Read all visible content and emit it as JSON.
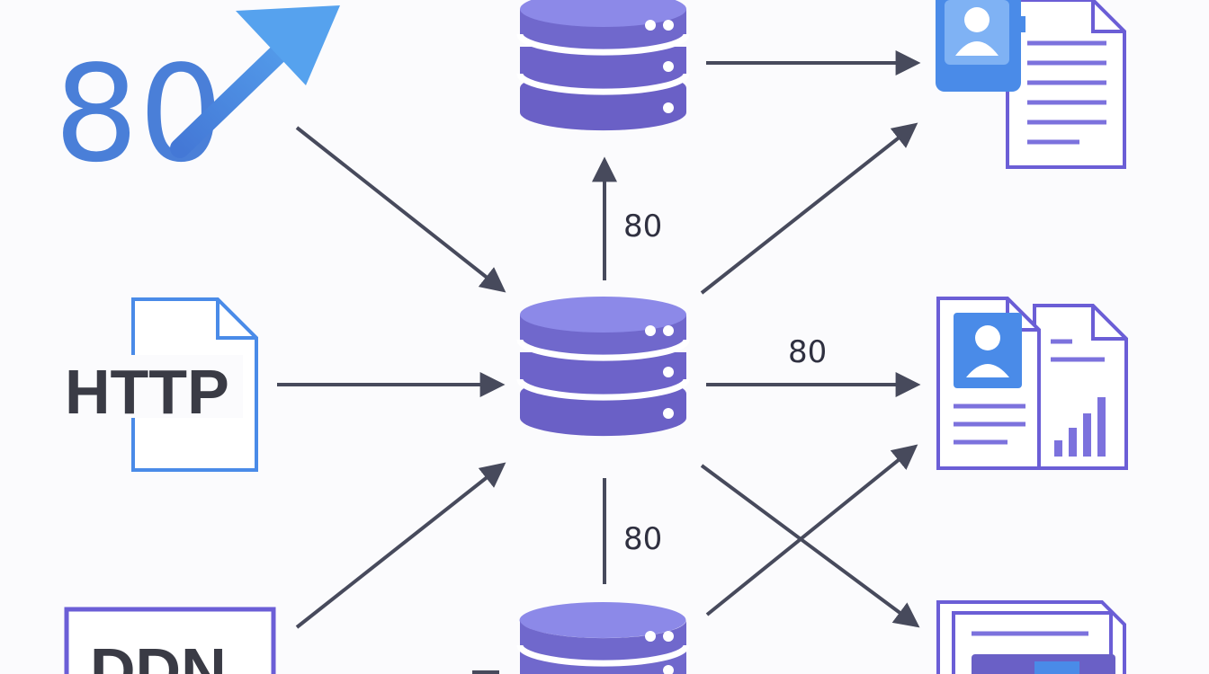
{
  "diagram": {
    "top_logo_text": "80",
    "left_docs": [
      {
        "label": "HTTP"
      },
      {
        "label": "DDN"
      }
    ],
    "edge_labels": {
      "up": "80",
      "right": "80",
      "down": "80"
    }
  },
  "colors": {
    "server_fill": "#6d63c9",
    "server_top": "#8a86e6",
    "server_shadow": "#5a52b8",
    "accent_blue": "#4a8be8",
    "doc_stroke": "#6b5ed6",
    "arrow": "#474a5c",
    "text_dark": "#3a3b45"
  },
  "icons": [
    "arrow-up-right-icon",
    "database-server-icon",
    "user-profile-document-icon",
    "report-document-icon",
    "file-document-icon"
  ]
}
